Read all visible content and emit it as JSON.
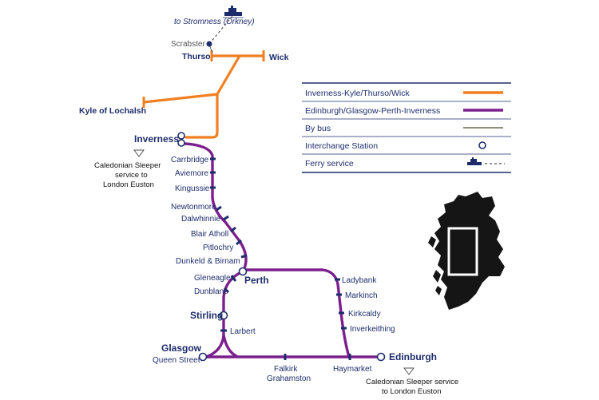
{
  "colors": {
    "kyle_thurso_wick": "#f07f21",
    "edinburgh_glasgow_perth_inverness": "#7b1f8c",
    "bus": "#8e8e79",
    "text": "#1d2d6b",
    "scotland": "#151515"
  },
  "ferry": {
    "label": "to Stromness (Orkney)",
    "icon": "ferry-icon"
  },
  "stations": {
    "scrabster": "Scrabster",
    "thurso": "Thurso",
    "wick": "Wick",
    "kyle": "Kyle of Lochalsh",
    "inverness": "Inverness",
    "carrbridge": "Carrbridge",
    "aviemore": "Aviemore",
    "kingussie": "Kingussie",
    "newtonmore": "Newtonmore",
    "dalwhinnie": "Dalwhinnie",
    "blair_atholl": "Blair Atholl",
    "pitlochry": "Pitlochry",
    "dunkeld": "Dunkeld & Birnam",
    "perth": "Perth",
    "gleneagles": "Gleneagles",
    "dunblane": "Dunblane",
    "stirling": "Stirling",
    "larbert": "Larbert",
    "glasgow": "Glasgow",
    "queen_street": "Queen Street",
    "falkirk_1": "Falkirk",
    "falkirk_2": "Grahamston",
    "haymarket": "Haymarket",
    "edinburgh": "Edinburgh",
    "ladybank": "Ladybank",
    "markinch": "Markinch",
    "kirkcaldy": "Kirkcaldy",
    "inverkeithing": "Inverkeithing"
  },
  "notes": {
    "sleeper_north": [
      "Caledonian Sleeper",
      "service to",
      "London Euston"
    ],
    "sleeper_south": [
      "Caledonian Sleeper service",
      "to London Euston"
    ]
  },
  "legend": {
    "items": [
      {
        "label": "Inverness-Kyle/Thurso/Wick",
        "symbol": "orange-line"
      },
      {
        "label": "Edinburgh/Glasgow-Perth-Inverness",
        "symbol": "purple-line"
      },
      {
        "label": "By bus",
        "symbol": "bus-line"
      },
      {
        "label": "Interchange Station",
        "symbol": "interchange-circle"
      },
      {
        "label": "Ferry service",
        "symbol": "ferry-icon"
      }
    ]
  }
}
